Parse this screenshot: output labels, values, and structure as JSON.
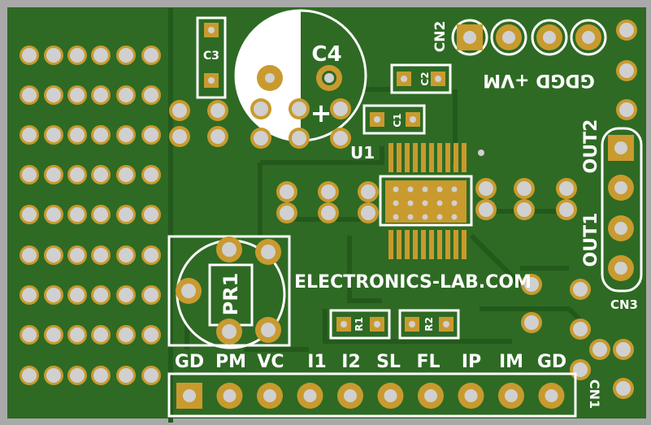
{
  "board": {
    "url": "ELECTRONICS-LAB.COM",
    "colors": {
      "mask": "#2e6a24",
      "maskDark": "#24591c",
      "trace": "#2a6320",
      "pad": "#c99a2e",
      "hole": "#d0d0d0",
      "silk": "#ffffff",
      "edge": "#a9a9a9"
    }
  },
  "labels": {
    "c3": "C3",
    "c4": "C4",
    "c4_plus": "+",
    "c2": "C2",
    "c1": "C1",
    "u1": "U1",
    "cn2": "CN2",
    "cn2_pins": "GDGD +VM",
    "out2": "OUT2",
    "out1": "OUT1",
    "cn3": "CN3",
    "pr1": "PR1",
    "r1": "R1",
    "r2": "R2",
    "cn1": "CN1"
  },
  "cn1_pins": [
    "GD",
    "PM",
    "VC",
    "I1",
    "I2",
    "SL",
    "FL",
    "IP",
    "IM",
    "GD"
  ]
}
